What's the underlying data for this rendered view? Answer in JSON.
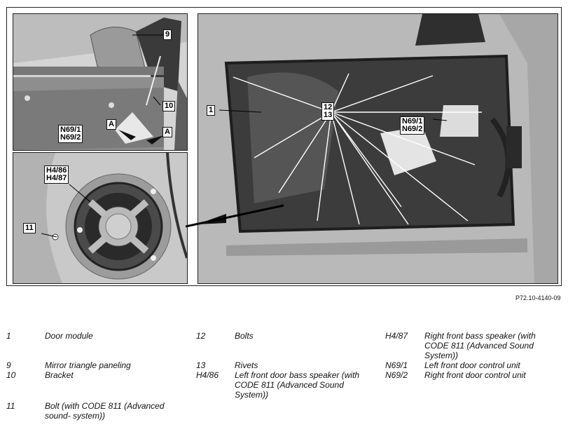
{
  "callouts": {
    "c9": "9",
    "c10": "10",
    "cA1": "A",
    "cA2": "A",
    "n69_top": "N69/1\nN69/2",
    "h4": "H4/86\nH4/87",
    "c11": "11",
    "c1": "1",
    "c12_13": "12\n13",
    "n69_right": "N69/1\nN69/2"
  },
  "reference": "P72.10-4140-09",
  "legend": {
    "col1": [
      {
        "key": "1",
        "value": "Door module"
      },
      {
        "key": "9",
        "value": "Mirror triangle paneling"
      },
      {
        "key": "10",
        "value": "Bracket"
      },
      {
        "key": "11",
        "value": "Bolt (with CODE 811 (Advanced sound- system))"
      }
    ],
    "col2": [
      {
        "key": "12",
        "value": "Bolts"
      },
      {
        "key": "13",
        "value": "Rivets"
      },
      {
        "key": "H4/86",
        "value": "Left front door bass speaker (with CODE 811 (Advanced Sound System))"
      }
    ],
    "col3": [
      {
        "key": "H4/87",
        "value": "Right front bass speaker (with CODE 811 (Advanced Sound System))"
      },
      {
        "key": "N69/1",
        "value": "Left front door control unit"
      },
      {
        "key": "N69/2",
        "value": "Right front door control unit"
      }
    ]
  }
}
